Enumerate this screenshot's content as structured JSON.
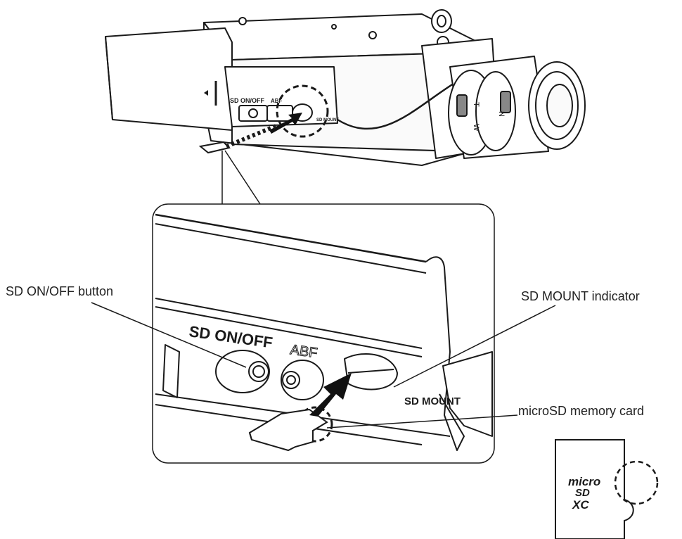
{
  "labels": {
    "sd_onoff_button": "SD ON/OFF button",
    "sd_mount_indicator": "SD MOUNT indicator",
    "microsd_card": "microSD memory card"
  },
  "camera_markings": {
    "sd_onoff": "SD ON/OFF",
    "abf": "ABF",
    "sd_mount": "SD MOUNT",
    "zoom_t": "T",
    "zoom_w": "W",
    "focus_n": "N"
  },
  "card_logo": {
    "line1": "micro",
    "line2": "SD",
    "line3": "XC"
  },
  "icons": [
    "camera-body-illustration",
    "insert-arrow-icon",
    "dashed-circle-highlight",
    "microsd-logo-icon"
  ],
  "colors": {
    "line": "#1a1a1a",
    "background": "#ffffff",
    "arrow": "#111111"
  }
}
